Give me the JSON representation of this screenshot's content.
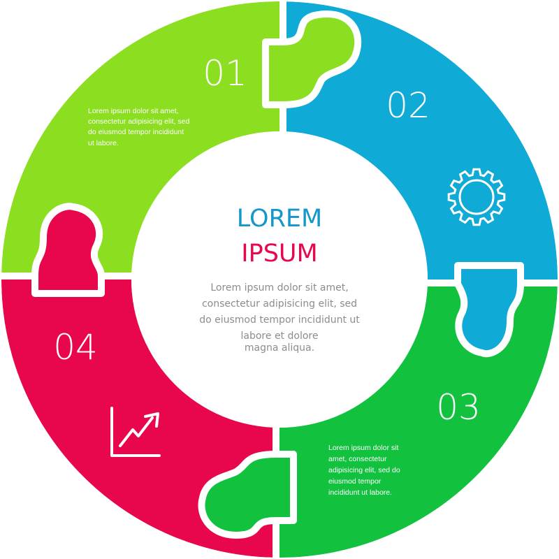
{
  "colors": {
    "segment_01": "#8bde20",
    "segment_02": "#0faad6",
    "segment_03": "#12c23f",
    "segment_04": "#e8064c",
    "title_primary": "#1497c9",
    "title_secondary": "#e8064c",
    "body_text": "#8c8c8c",
    "gap": "#ffffff"
  },
  "center": {
    "title_line1": "LOREM",
    "title_line2": "IPSUM",
    "body_lines": [
      "Lorem ipsum dolor sit amet,",
      "consectetur adipisicing elit, sed",
      "do eiusmod tempor incididunt ut",
      "labore et dolore",
      "magna aliqua."
    ]
  },
  "segments": [
    {
      "number": "01",
      "text_lines": [
        "Lorem ipsum dolor sit amet,",
        "consectetur adipisicing elit, sed",
        "do eiusmod tempor incididunt",
        "ut labore."
      ],
      "icon": "none"
    },
    {
      "number": "02",
      "text_lines": [],
      "icon": "gear-icon"
    },
    {
      "number": "03",
      "text_lines": [
        "Lorem ipsum dolor sit",
        "amet, consectetur",
        "adipisicing elit, sed do",
        "eiusmod tempor",
        "incididunt ut labore."
      ],
      "icon": "none"
    },
    {
      "number": "04",
      "text_lines": [],
      "icon": "rising-chart-icon"
    }
  ]
}
